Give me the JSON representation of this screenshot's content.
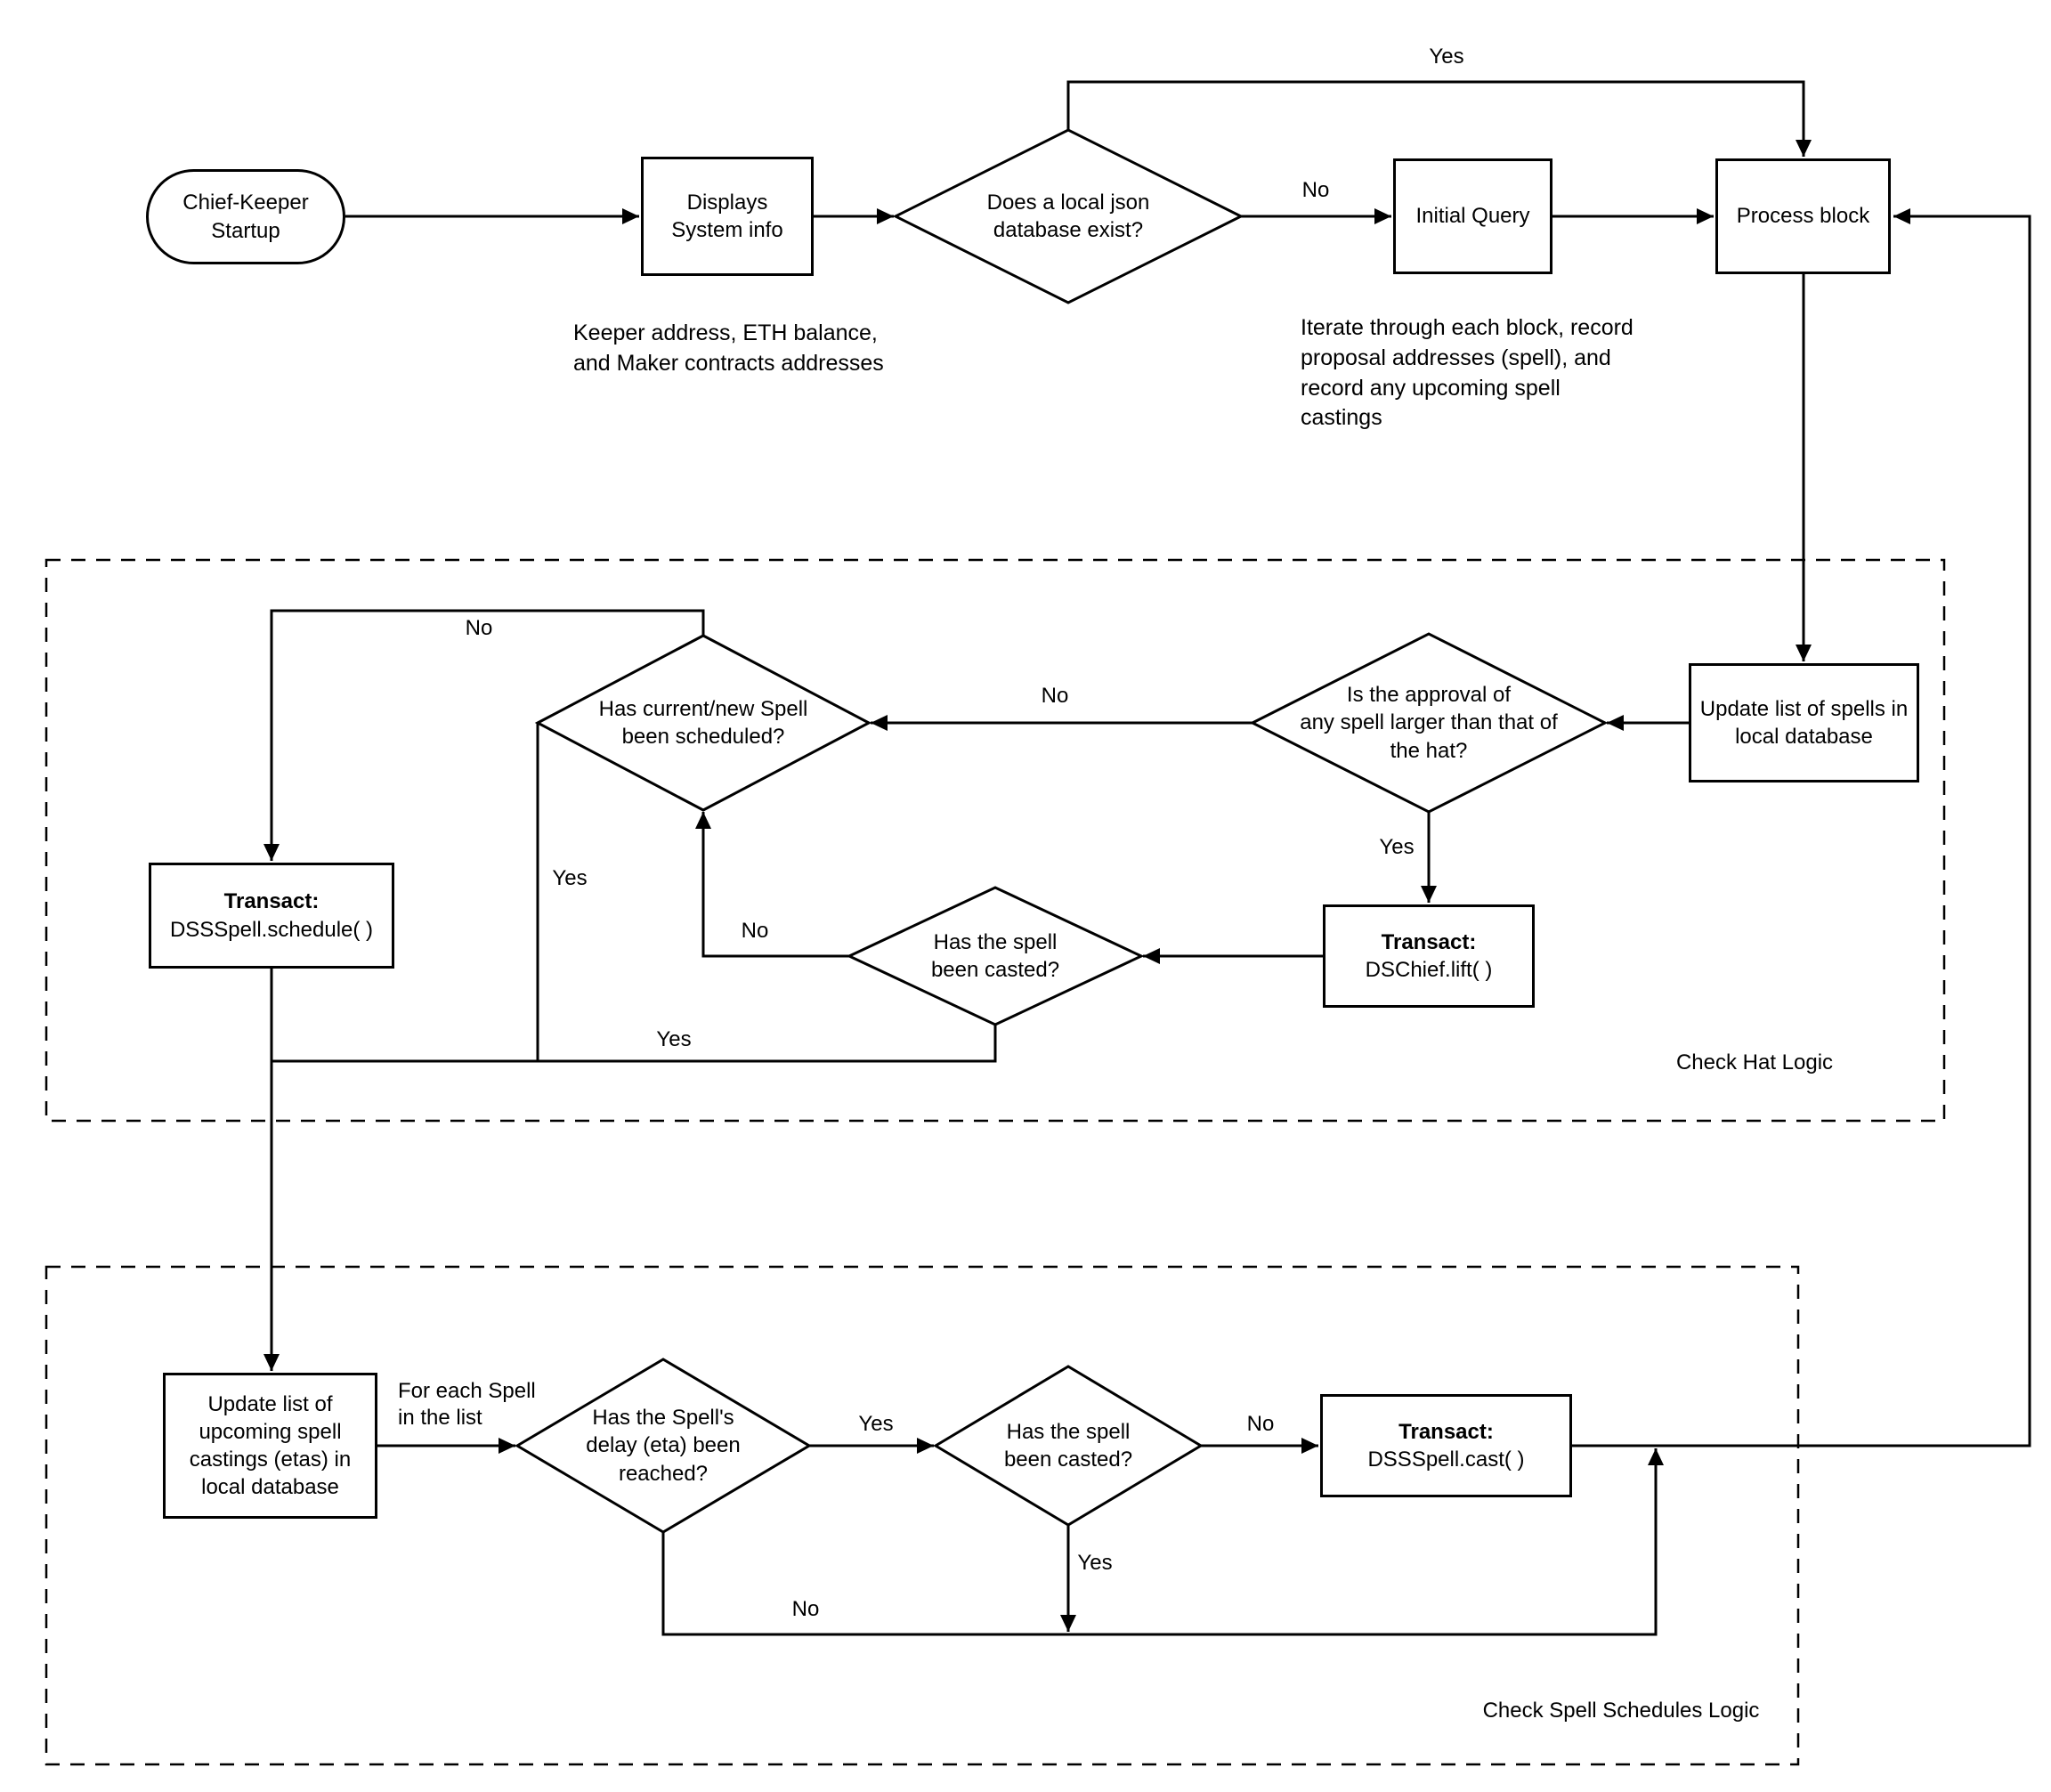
{
  "nodes": {
    "startup": {
      "label": "Chief-Keeper\nStartup"
    },
    "displays": {
      "label": "Displays\nSystem info"
    },
    "db_exists": {
      "label": "Does a local json\ndatabase exist?"
    },
    "initial_query": {
      "label": "Initial Query"
    },
    "process_block": {
      "label": "Process block"
    },
    "update_spells": {
      "label": "Update list of spells in\nlocal database"
    },
    "approval_check": {
      "label": "Is the approval of\nany spell larger than that of\nthe hat?"
    },
    "spell_scheduled": {
      "label": "Has current/new Spell\nbeen scheduled?"
    },
    "transact_schedule": {
      "heading": "Transact:",
      "label": "DSSSpell.schedule( )"
    },
    "transact_lift": {
      "heading": "Transact:",
      "label": "DSChief.lift( )"
    },
    "spell_casted_hat": {
      "label": "Has the spell\nbeen casted?"
    },
    "update_etas": {
      "label": "Update list of\nupcoming spell\ncastings (etas) in\nlocal database"
    },
    "delay_reached": {
      "label": "Has the Spell's\ndelay (eta) been\nreached?"
    },
    "spell_casted_sched": {
      "label": "Has the spell\nbeen casted?"
    },
    "transact_cast": {
      "heading": "Transact:",
      "label": "DSSSpell.cast( )"
    }
  },
  "annotations": {
    "displays_note": "Keeper address, ETH balance,\nand Maker contracts addresses",
    "initial_query_note": "Iterate through each block, record\nproposal addresses (spell), and\nrecord any upcoming spell\ncastings"
  },
  "edge_labels": {
    "yes_top_loop": "Yes",
    "no_db": "No",
    "no_approval": "No",
    "yes_approval": "Yes",
    "no_casted_hat": "No",
    "no_scheduled": "No",
    "yes_scheduled": "Yes",
    "yes_casted_hat": "Yes",
    "for_each": "For each Spell\nin the list",
    "yes_delay": "Yes",
    "no_casted_sched": "No",
    "no_delay": "No",
    "yes_casted_sched": "Yes"
  },
  "sections": {
    "hat": "Check Hat Logic",
    "schedules": "Check Spell Schedules Logic"
  },
  "colors": {
    "line": "#000000",
    "background": "#ffffff"
  }
}
